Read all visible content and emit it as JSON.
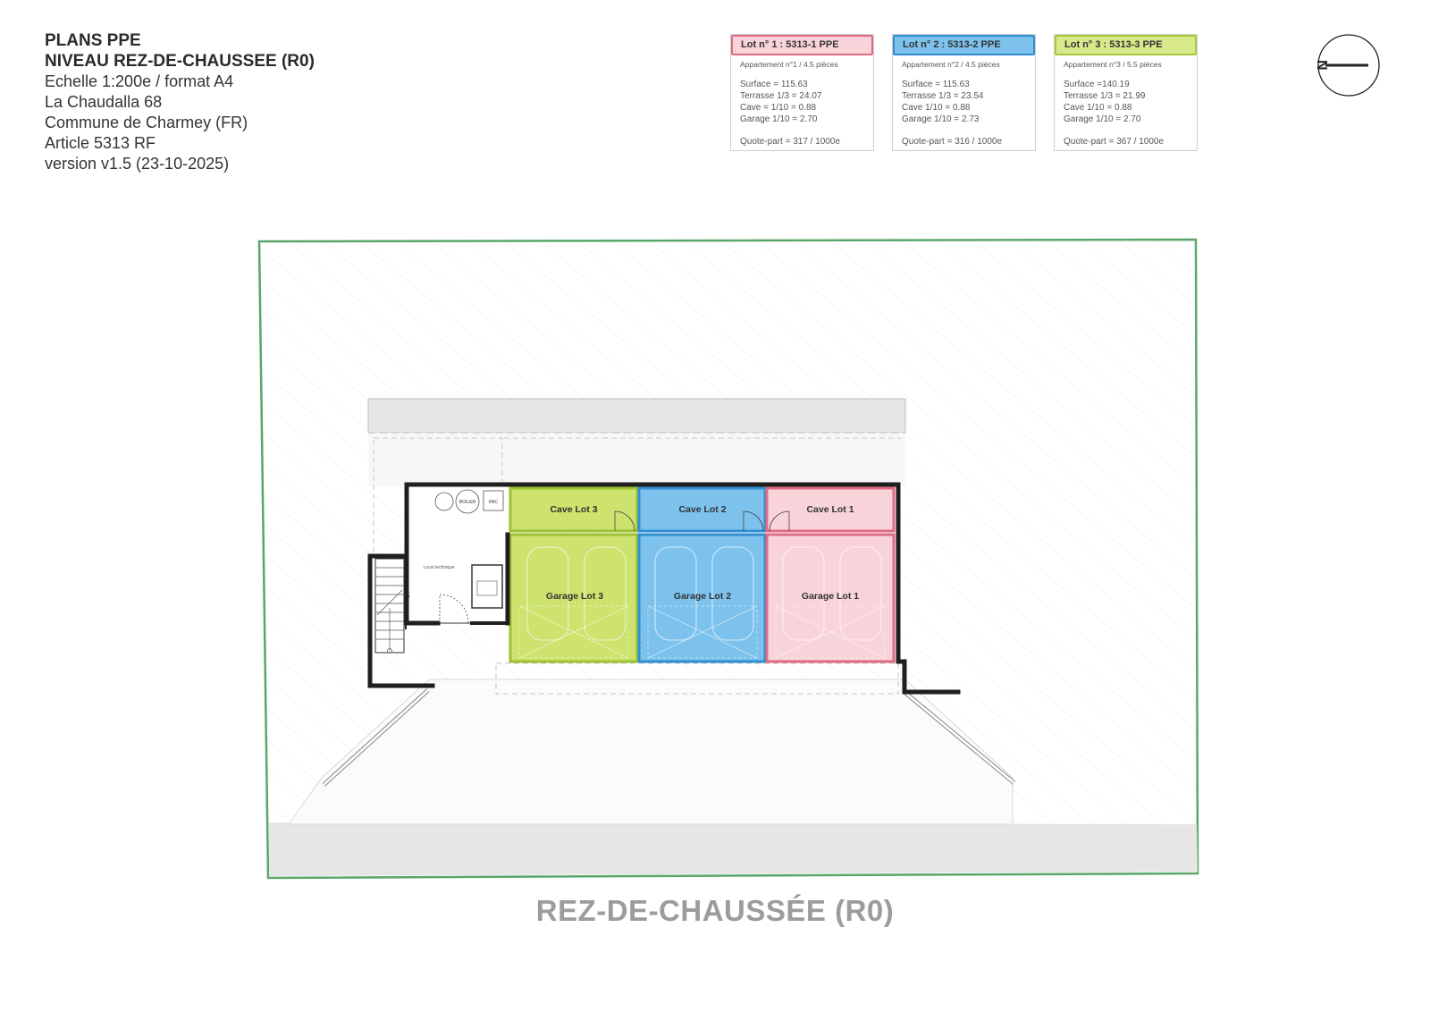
{
  "title_block": {
    "line1": "PLANS PPE",
    "line2": "NIVEAU REZ-DE-CHAUSSEE (R0)",
    "line3": "Echelle 1:200e / format A4",
    "line4": "La Chaudalla 68",
    "line5": "Commune de Charmey (FR)",
    "line6": "Article 5313 RF",
    "line7": "version v1.5 (23-10-2025)"
  },
  "lots": [
    {
      "header": "Lot n° 1 : 5313-1 PPE",
      "apartment": "Appartement n°1 / 4.5 pièces",
      "surface": "Surface = 115.63",
      "terrasse": "Terrasse 1/3 = 24.07",
      "cave": "Cave = 1/10 = 0.88",
      "garage": "Garage 1/10 = 2.70",
      "quote": "Quote-part = 317 / 1000e",
      "color_border": "#e06a82",
      "color_fill": "#f8d3da"
    },
    {
      "header": "Lot n° 2 : 5313-2 PPE",
      "apartment": "Appartement n°2 / 4.5 pièces",
      "surface": "Surface = 115.63",
      "terrasse": "Terrasse 1/3 = 23.54",
      "cave": "Cave 1/10 = 0.88",
      "garage": "Garage 1/10 = 2.73",
      "quote": "Quote-part = 316 / 1000e",
      "color_border": "#2f8fd0",
      "color_fill": "#7cc2ec"
    },
    {
      "header": "Lot n° 3 : 5313-3 PPE",
      "apartment": "Appartement n°3 / 5.5 pièces",
      "surface": "Surface =140.19",
      "terrasse": "Terrasse 1/3 = 21.99",
      "cave": "Cave 1/10 = 0.88",
      "garage": "Garage 1/10 = 2.70",
      "quote": "Quote-part = 367 / 1000e",
      "color_border": "#a8c93a",
      "color_fill": "#d7e98a"
    }
  ],
  "compass": {
    "label": "N"
  },
  "rooms": {
    "cave3": "Cave Lot 3",
    "cave2": "Cave Lot 2",
    "cave1": "Cave Lot 1",
    "garage3": "Garage Lot 3",
    "garage2": "Garage Lot 2",
    "garage1": "Garage Lot 1",
    "boiler": "BOILER",
    "pac": "PAC",
    "local": "Local technique"
  },
  "colors": {
    "lot1_fill": "#f8d3da",
    "lot1_stroke": "#e06a82",
    "lot2_fill": "#7cc2ec",
    "lot2_stroke": "#2f8fd0",
    "lot3_fill": "#cde36e",
    "lot3_stroke": "#9dc232",
    "parcel_border": "#5aa56a",
    "wall": "#1f1f1f"
  },
  "footer_title": "REZ-DE-CHAUSSÉE (R0)"
}
